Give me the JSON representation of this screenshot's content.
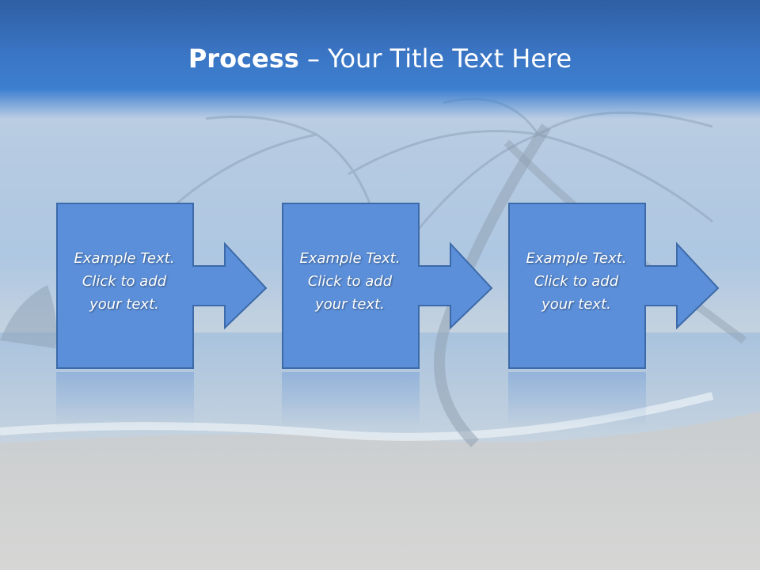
{
  "slide": {
    "title_bold": "Process",
    "title_rest": " – Your Title Text Here"
  },
  "steps": [
    {
      "line1": "Example Text.",
      "line2": "Click  to add",
      "line3": "your text."
    },
    {
      "line1": "Example Text.",
      "line2": "Click  to add",
      "line3": "your text."
    },
    {
      "line1": "Example Text.",
      "line2": "Click  to add",
      "line3": "your text."
    }
  ],
  "colors": {
    "title_band": "#3a75c4",
    "box_fill": "#5b8fd9",
    "box_stroke": "#3d6aa8",
    "text": "#ffffff"
  }
}
